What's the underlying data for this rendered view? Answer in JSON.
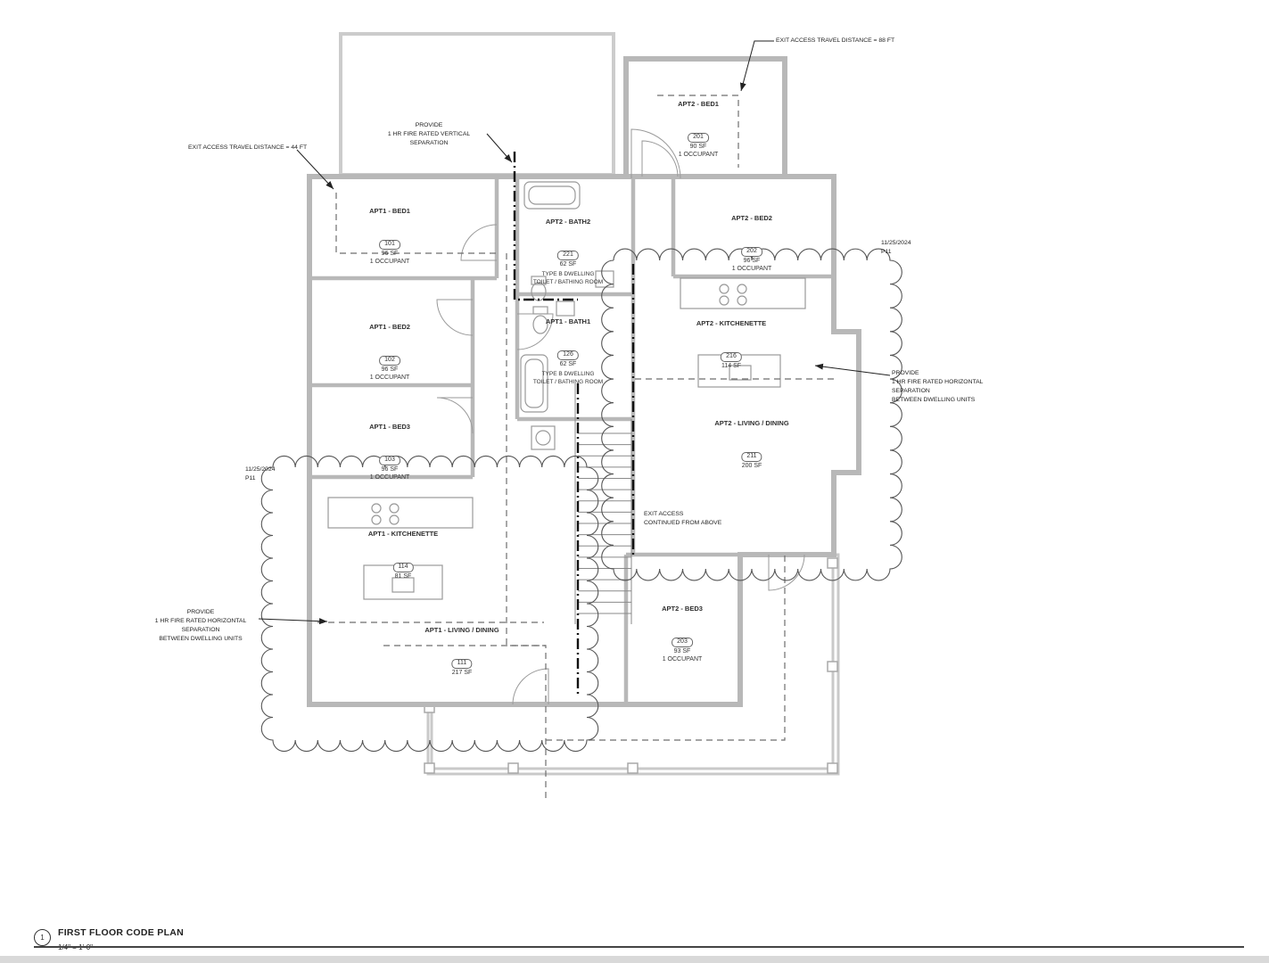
{
  "sheet": {
    "title": "FIRST FLOOR CODE PLAN",
    "scale": "1/4\" = 1'-0\"",
    "detail_number": "1"
  },
  "colors": {
    "wall": "#b8b8b8",
    "line": "#222222",
    "cloud": "#555555"
  },
  "rooms": [
    {
      "id": "apt1-bed1",
      "name": "APT1 - BED1",
      "number": "101",
      "area": "96 SF",
      "occupancy": "1 OCCUPANT"
    },
    {
      "id": "apt1-bed2",
      "name": "APT1 - BED2",
      "number": "102",
      "area": "96 SF",
      "occupancy": "1 OCCUPANT"
    },
    {
      "id": "apt1-bed3",
      "name": "APT1 - BED3",
      "number": "103",
      "area": "96 SF",
      "occupancy": "1 OCCUPANT"
    },
    {
      "id": "apt1-bath1",
      "name": "APT1 - BATH1",
      "number": "126",
      "area": "62 SF",
      "note": "TYPE B DWELLING\nTOILET / BATHING ROOM"
    },
    {
      "id": "apt1-kitchenette",
      "name": "APT1 - KITCHENETTE",
      "number": "114",
      "area": "81 SF"
    },
    {
      "id": "apt1-living",
      "name": "APT1 - LIVING / DINING",
      "number": "111",
      "area": "217 SF"
    },
    {
      "id": "apt2-bed1",
      "name": "APT2 - BED1",
      "number": "201",
      "area": "90 SF",
      "occupancy": "1 OCCUPANT"
    },
    {
      "id": "apt2-bed2",
      "name": "APT2 - BED2",
      "number": "202",
      "area": "96 SF",
      "occupancy": "1 OCCUPANT"
    },
    {
      "id": "apt2-bed3",
      "name": "APT2 - BED3",
      "number": "203",
      "area": "93 SF",
      "occupancy": "1 OCCUPANT"
    },
    {
      "id": "apt2-bath2",
      "name": "APT2 - BATH2",
      "number": "221",
      "area": "62 SF",
      "note": "TYPE B DWELLING\nTOILET / BATHING ROOM"
    },
    {
      "id": "apt2-kitchenette",
      "name": "APT2 - KITCHENETTE",
      "number": "216",
      "area": "114 SF"
    },
    {
      "id": "apt2-living",
      "name": "APT2 - LIVING / DINING",
      "number": "211",
      "area": "200 SF"
    }
  ],
  "annotations": {
    "exit_travel_right": "EXIT ACCESS TRAVEL DISTANCE = 88 FT",
    "exit_travel_left": "EXIT ACCESS TRAVEL DISTANCE = 44 FT",
    "vertical_separation": "PROVIDE\n1 HR FIRE RATED VERTICAL SEPARATION",
    "horizontal_separation_right": "PROVIDE\n1 HR FIRE RATED HORIZONTAL SEPARATION\nBETWEEN DWELLING UNITS",
    "horizontal_separation_left": "PROVIDE\n1 HR FIRE RATED HORIZONTAL SEPARATION\nBETWEEN DWELLING UNITS",
    "revision_right": "11/25/2024\nP11",
    "revision_left": "11/25/2024\nP11",
    "exit_continued": "EXIT ACCESS\nCONTINUED FROM ABOVE"
  }
}
